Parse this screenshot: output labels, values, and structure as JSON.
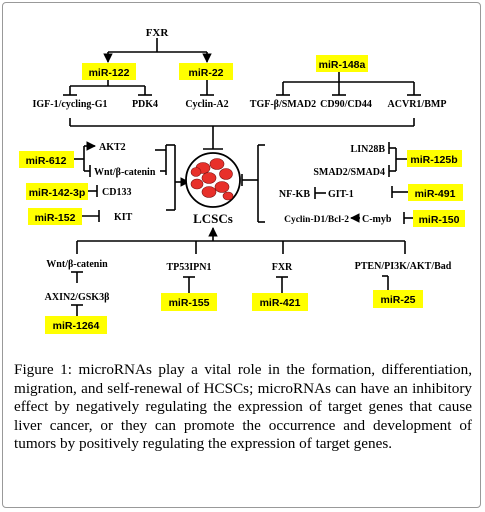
{
  "colors": {
    "highlight": "#ffff00",
    "cell_fill": "#e8302a",
    "line": "#000000"
  },
  "nodes": {
    "fxr_top": "FXR",
    "igf": "IGF-1/cycling-G1",
    "pdk4": "PDK4",
    "cyclin_a2": "Cyclin-A2",
    "tgf": "TGF-β/SMAD2",
    "cd90": "CD90/CD44",
    "acvr1": "ACVR1/BMP",
    "akt2": "AKT2",
    "wnt_left": "Wnt/β-catenin",
    "cd133": "CD133",
    "kit": "KIT",
    "lin28b": "LIN28B",
    "smad2_4": "SMAD2/SMAD4",
    "nfkb": "NF-KB",
    "git1": "GIT-1",
    "cyclin_d1": "Cyclin-D1/Bcl-2",
    "cmyb": "C-myb",
    "center": "LCSCs",
    "wnt_bottom": "Wnt/β-catenin",
    "axin2": "AXIN2/GSK3β",
    "tp53": "TP53IPN1",
    "fxr_bottom": "FXR",
    "pten": "PTEN/PI3K/AKT/Bad"
  },
  "mirnas": {
    "mir122": "miR-122",
    "mir22": "miR-22",
    "mir148a": "miR-148a",
    "mir612": "miR-612",
    "mir142": "miR-142-3p",
    "mir152": "miR-152",
    "mir125b": "miR-125b",
    "mir491": "miR-491",
    "mir150": "miR-150",
    "mir1264": "miR-1264",
    "mir155": "miR-155",
    "mir421": "miR-421",
    "mir25": "miR-25"
  },
  "caption": {
    "label": "Figure 1:",
    "text": " microRNAs play a vital role in the formation, differentiation, migration, and self-renewal of HCSCs; microRNAs can have an inhibitory effect by negatively regulating the expression of target genes that cause liver cancer, or they can promote the occurrence and development of tumors by positively regulating the expression of target genes."
  }
}
